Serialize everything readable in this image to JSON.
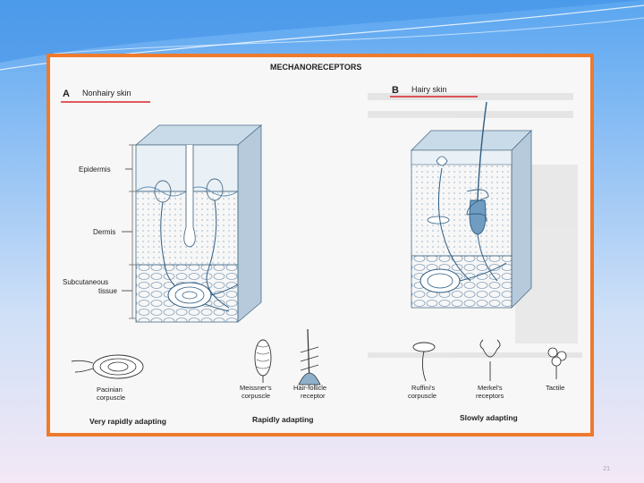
{
  "figure": {
    "title": "MECHANORECEPTORS",
    "panel_a": {
      "letter": "A",
      "label": "Nonhairy skin"
    },
    "panel_b": {
      "letter": "B",
      "label": "Hairy skin"
    },
    "layers": [
      "Epidermis",
      "Dermis",
      "Subcutaneous",
      "tissue"
    ],
    "receptors": {
      "pacinian": [
        "Pacinian",
        "corpuscle"
      ],
      "meissner": [
        "Meissner's",
        "corpuscle"
      ],
      "hair_follicle": [
        "Hair-follicle",
        "receptor"
      ],
      "ruffini": [
        "Ruffini's",
        "corpuscle"
      ],
      "merkel": [
        "Merkel's",
        "receptors"
      ],
      "tactile": [
        "Tactile"
      ]
    },
    "categories": {
      "very_rapid": "Very rapidly adapting",
      "rapid": "Rapidly adapting",
      "slow": "Slowly adapting"
    }
  },
  "slide": {
    "number": "21"
  },
  "colors": {
    "frame": "#ef7a2b",
    "underline": "#d8262b",
    "skin_blue": "#5d8fb5"
  }
}
